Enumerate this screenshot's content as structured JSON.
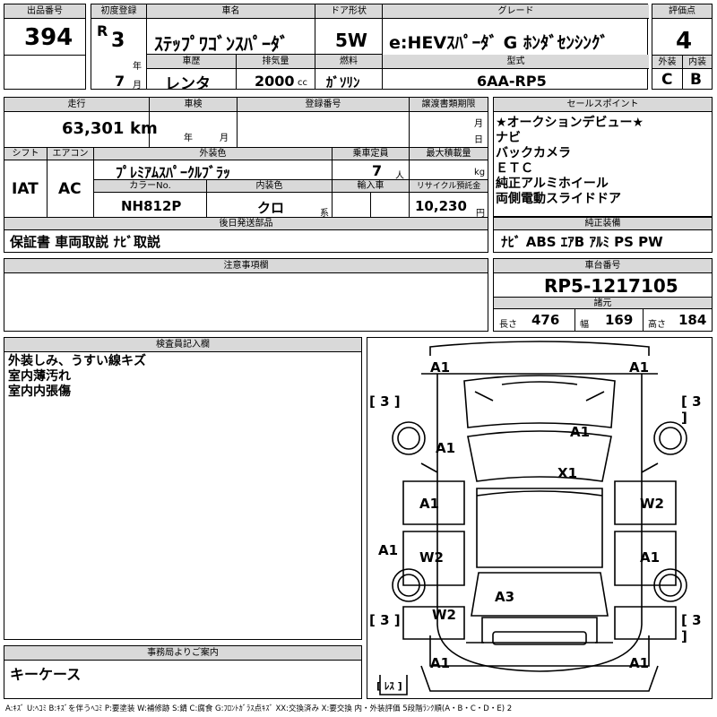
{
  "labels": {
    "lot_no": "出品番号",
    "first_reg": "初度登録",
    "car_name": "車名",
    "door": "ドア形状",
    "grade": "グレード",
    "score": "評価点",
    "history": "車歴",
    "displacement": "排気量",
    "fuel": "燃料",
    "model": "型式",
    "exterior": "外装",
    "interior": "内装",
    "mileage": "走行",
    "inspection": "車検",
    "reg_no": "登録番号",
    "transfer": "譲渡書類期限",
    "sales_points": "セールスポイント",
    "shift": "シフト",
    "aircon": "エアコン",
    "ext_color": "外装色",
    "capacity": "乗車定員",
    "max_load": "最大積載量",
    "color_no": "カラーNo.",
    "int_color": "内装色",
    "import": "輸入車",
    "recycle": "リサイクル預託金",
    "later_parts": "後日発送部品",
    "std_equipment": "純正装備",
    "caution": "注意事項欄",
    "chassis_no": "車台番号",
    "dimensions": "諸元",
    "inspector": "検査員記入欄",
    "office": "事務局よりご案内",
    "unit_year": "年",
    "unit_month": "月",
    "unit_day": "日",
    "unit_cc": "cc",
    "unit_km": "km",
    "unit_people": "人",
    "unit_kg": "kg",
    "unit_yen": "円",
    "unit_kei": "系",
    "len": "長さ",
    "wid": "幅",
    "hgt": "高さ"
  },
  "values": {
    "lot_no": "394",
    "era": "R",
    "year": "3",
    "month": "7",
    "car_name": "ｽﾃｯﾌﾟﾜｺﾞﾝｽﾊﾟｰﾀﾞ",
    "door": "5W",
    "grade": "e:HEVｽﾊﾟｰﾀﾞ G ﾎﾝﾀﾞｾﾝｼﾝｸﾞ",
    "score": "4",
    "history": "レンタ",
    "displacement": "2000",
    "fuel": "ｶﾞｿﾘﾝ",
    "model": "6AA-RP5",
    "exterior_grade": "C",
    "interior_grade": "B",
    "mileage": "63,301",
    "shift": "IAT",
    "aircon": "AC",
    "ext_color": "ﾌﾟﾚﾐｱﾑｽﾊﾟｰｸﾙﾌﾞﾗｯ",
    "capacity": "7",
    "color_no": "NH812P",
    "int_color": "クロ",
    "recycle": "10,230",
    "later_parts": "保証書 車両取説 ﾅﾋﾞ取説",
    "std_equipment": "ﾅﾋﾞ ABS ｴｱB ｱﾙﾐ PS PW",
    "chassis_no": "RP5-1217105",
    "length": "476",
    "width": "169",
    "height": "184",
    "office_note": "キーケース"
  },
  "sales_points": [
    "★オークションデビュー★",
    "ナビ",
    "バックカメラ",
    "ＥＴＣ",
    "純正アルミホイール",
    "両側電動スライドドア"
  ],
  "inspector_notes": [
    "外装しみ、うすい線キズ",
    "室内薄汚れ",
    "室内内張傷"
  ],
  "diagram_marks": {
    "front_left": "A1",
    "front_right": "A1",
    "tire_fl": "[ 3 ]",
    "tire_fr": "[ 3 ]",
    "tire_rl": "[ 3 ]",
    "tire_rr": "[ 3 ]",
    "hood_left": "A1",
    "roof": "A1",
    "roof_x": "X1",
    "door_fl": "A1",
    "door_fr": "W2",
    "fender_rl": "A1",
    "door_rl": "W2",
    "door_rr": "A1",
    "rear_glass": "A3",
    "rear_left": "W2",
    "bumper_rl": "A1",
    "bumper_rr": "A1",
    "spare": "[ ﾚｽ ]"
  },
  "legend": "A:ｷｽﾞ U:ﾍｺﾐ B:ｷｽﾞを伴うﾍｺﾐ P:要塗装 W:補修跡 S:錆 C:腐食 G:ﾌﾛﾝﾄｶﾞﾗｽ点ｷｽﾞ XX:交換済み X:要交換  内・外装評価 5段階ﾗﾝｸ順(A・B・C・D・E) 2"
}
